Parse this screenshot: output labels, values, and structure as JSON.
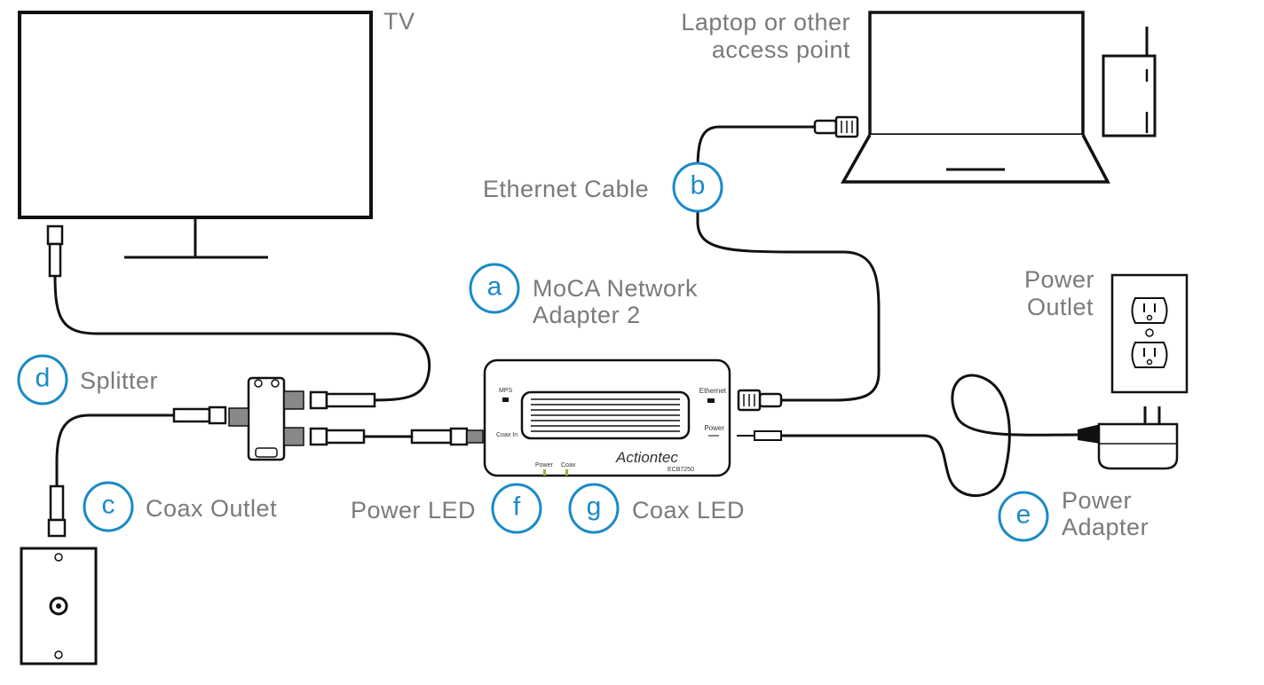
{
  "labels": {
    "tv": "TV",
    "laptop_line1": "Laptop or other",
    "laptop_line2": "access point",
    "ethernet_cable": "Ethernet Cable",
    "moca_line1": "MoCA Network",
    "moca_line2": "Adapter 2",
    "splitter": "Splitter",
    "coax_outlet": "Coax Outlet",
    "power_outlet_line1": "Power",
    "power_outlet_line2": "Outlet",
    "power_led": "Power LED",
    "coax_led": "Coax LED",
    "power_adapter_line1": "Power",
    "power_adapter_line2": "Adapter"
  },
  "badges": {
    "a": "a",
    "b": "b",
    "c": "c",
    "d": "d",
    "e": "e",
    "f": "f",
    "g": "g"
  },
  "device": {
    "mps": "MPS",
    "coax_in": "Coax In",
    "ethernet": "Ethernet",
    "power": "Power",
    "power_led": "Power",
    "coax_led": "Coax",
    "brand": "Actiontec",
    "model": "ECB7250"
  },
  "colors": {
    "accent": "#1a8ac8",
    "label": "#7a7a7a",
    "led": "#9ab43a"
  }
}
